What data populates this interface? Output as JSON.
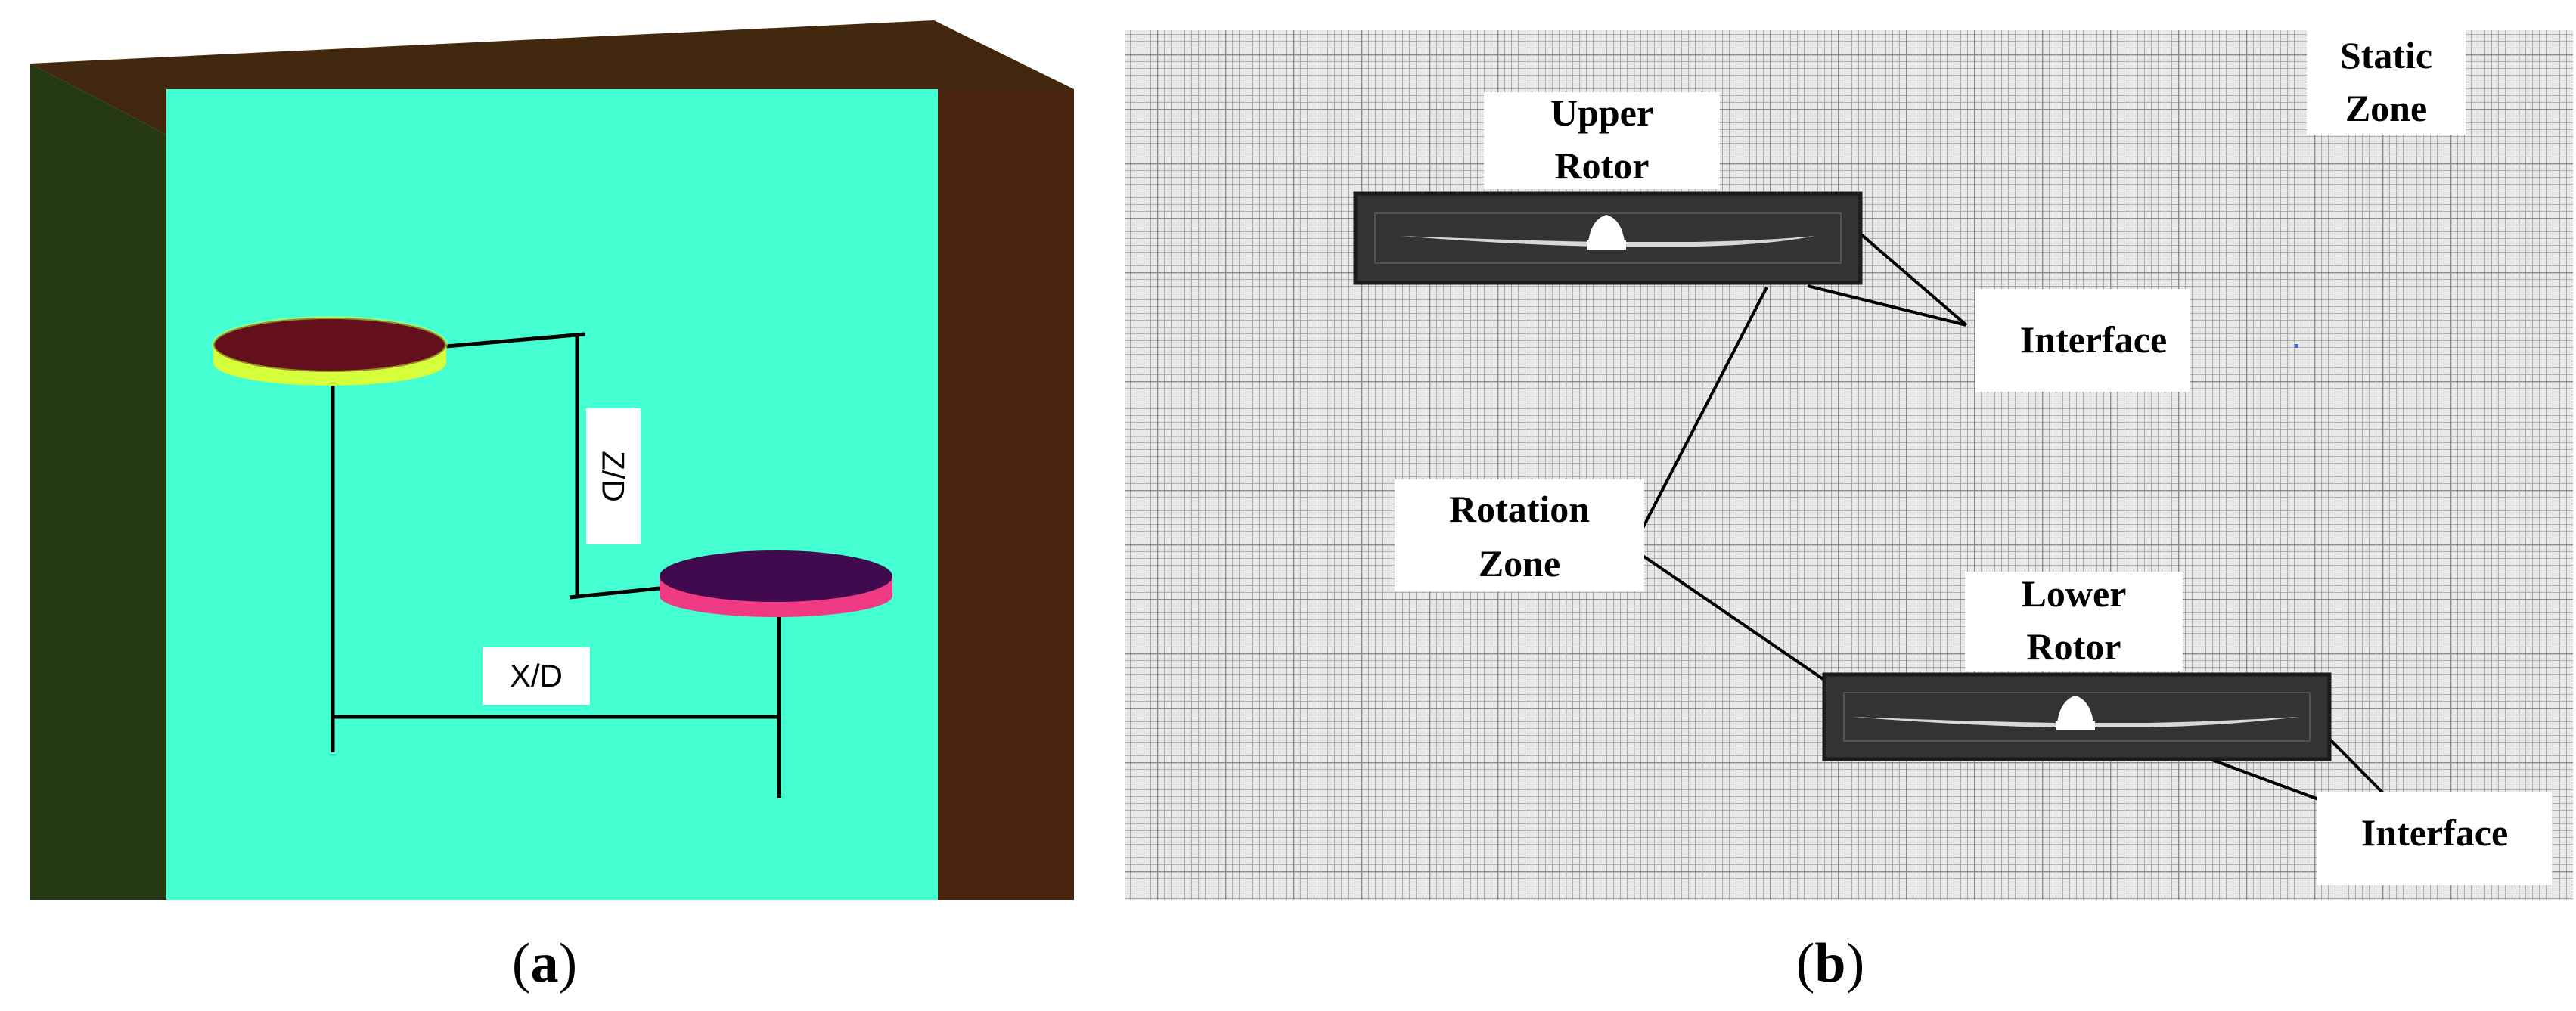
{
  "panels": {
    "a": {
      "caption": {
        "open": "(",
        "letter": "a",
        "close": ")"
      },
      "labels": {
        "vertical_spacing": "Z/D",
        "horizontal_spacing": "X/D"
      },
      "colors": {
        "back_wall": "#44FFD2",
        "left_wall": "#253A13",
        "right_wall": "#4A2611",
        "top_wall": "#42280E",
        "upper_rotor_top": "#640F1C",
        "upper_rotor_side": "#D4FF3A",
        "lower_rotor_top": "#420A4E",
        "lower_rotor_side": "#F03A84"
      }
    },
    "b": {
      "caption": {
        "open": "(",
        "letter": "b",
        "close": ")"
      },
      "labels": {
        "static_zone": [
          "Static",
          "Zone"
        ],
        "upper_rotor": [
          "Upper",
          "Rotor"
        ],
        "lower_rotor": [
          "Lower",
          "Rotor"
        ],
        "rotation_zone": [
          "Rotation",
          "Zone"
        ],
        "interface_upper": "Interface",
        "interface_lower": "Interface"
      },
      "colors": {
        "mesh_background": "#E8E8E8",
        "mesh_line": "#8A8A8A",
        "rotor_zone": "#333333"
      }
    }
  }
}
